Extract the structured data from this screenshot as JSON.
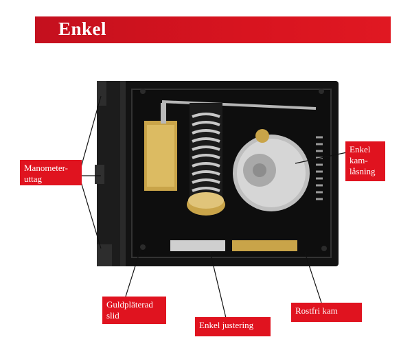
{
  "title": "Enkel",
  "labels": {
    "manometer": "Manometer-\nuttag",
    "cam_lock": "Enkel\nkam-\nlåsning",
    "gold_slide": "Guldpläterad\nslid",
    "adjustment": "Enkel justering",
    "stainless_cam": "Rostfri kam"
  },
  "colors": {
    "accent": "#e0131f",
    "housing": "#151515"
  }
}
